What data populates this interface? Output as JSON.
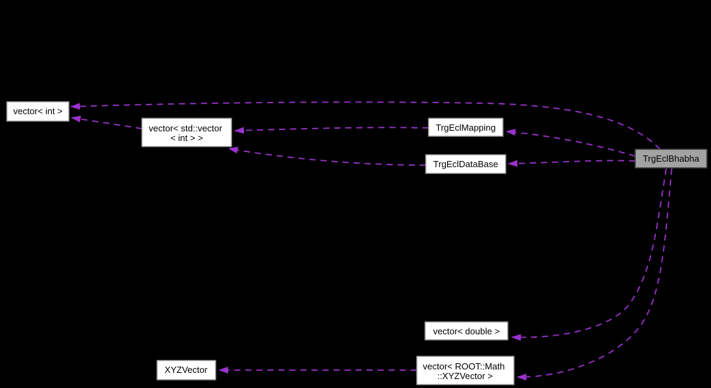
{
  "diagram": {
    "type": "doxygen-collaboration-graph",
    "focus_class": "TrgEclBhabha",
    "colors": {
      "background": "#000000",
      "edge": "#9a32cd",
      "node_fill": "#ffffff",
      "node_border": "#9c9c9c",
      "node_text": "#000000",
      "focus_fill": "#a3a3a3",
      "focus_border": "#454545"
    },
    "nodes": [
      {
        "id": "vector-int",
        "lines": [
          "vector< int >"
        ]
      },
      {
        "id": "vector-std-vector-int",
        "lines": [
          "vector< std::vector",
          "< int > >"
        ]
      },
      {
        "id": "trg-ecl-mapping",
        "lines": [
          "TrgEclMapping"
        ]
      },
      {
        "id": "trg-ecl-database",
        "lines": [
          "TrgEclDataBase"
        ]
      },
      {
        "id": "trg-ecl-bhabha",
        "lines": [
          "TrgEclBhabha"
        ],
        "focus": true
      },
      {
        "id": "vector-double",
        "lines": [
          "vector< double >"
        ]
      },
      {
        "id": "vector-root-math-xyzvector",
        "lines": [
          "vector< ROOT::Math",
          "::XYZVector >"
        ]
      },
      {
        "id": "xyzvector",
        "lines": [
          "XYZVector"
        ]
      }
    ],
    "edges": [
      {
        "from": "TrgEclBhabha",
        "to": "vector< int >",
        "style": "dashed"
      },
      {
        "from": "vector< std::vector< int > >",
        "to": "vector< int >",
        "style": "dashed"
      },
      {
        "from": "TrgEclMapping",
        "to": "vector< std::vector< int > >",
        "style": "dashed"
      },
      {
        "from": "TrgEclDataBase",
        "to": "vector< std::vector< int > >",
        "style": "dashed"
      },
      {
        "from": "TrgEclBhabha",
        "to": "TrgEclMapping",
        "style": "dashed"
      },
      {
        "from": "TrgEclBhabha",
        "to": "TrgEclDataBase",
        "style": "dashed"
      },
      {
        "from": "TrgEclBhabha",
        "to": "vector< double >",
        "style": "dashed"
      },
      {
        "from": "TrgEclBhabha",
        "to": "vector< ROOT::Math::XYZVector >",
        "style": "dashed"
      },
      {
        "from": "vector< ROOT::Math::XYZVector >",
        "to": "XYZVector",
        "style": "dashed"
      }
    ]
  }
}
